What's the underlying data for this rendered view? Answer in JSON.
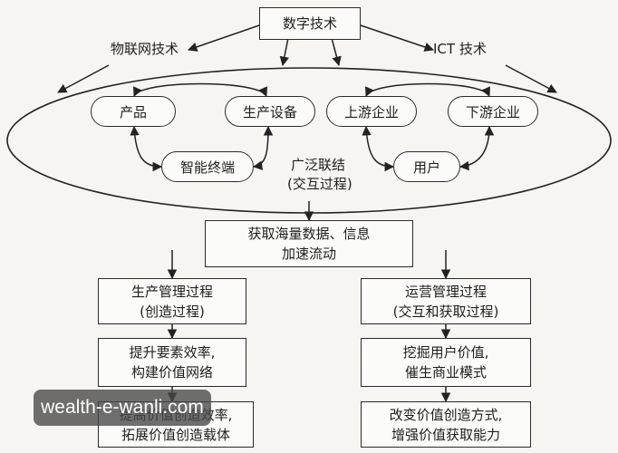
{
  "top": {
    "title": "数字技术"
  },
  "side_labels": {
    "left": "物联网技术",
    "right": "ICT 技术"
  },
  "ellipse": {
    "nodes": {
      "product": "产品",
      "equipment": "生产设备",
      "upstream": "上游企业",
      "downstream": "下游企业",
      "terminal": "智能终端",
      "user": "用户"
    },
    "center_line1": "广泛联结",
    "center_line2": "(交互过程)"
  },
  "middle": {
    "line1": "获取海量数据、信息",
    "line2": "加速流动"
  },
  "left_column": {
    "box1": {
      "line1": "生产管理过程",
      "line2": "(创造过程)"
    },
    "box2": {
      "line1": "提升要素效率,",
      "line2": "构建价值网络"
    },
    "box3": {
      "line1": "提高价值创造效率,",
      "line2": "拓展价值创造载体"
    }
  },
  "right_column": {
    "box1": {
      "line1": "运营管理过程",
      "line2": "(交互和获取过程)"
    },
    "box2": {
      "line1": "挖掘用户价值,",
      "line2": "催生商业模式"
    },
    "box3": {
      "line1": "改变价值创造方式,",
      "line2": "增强价值获取能力"
    }
  },
  "watermark": "wealth-e-wanli.com"
}
